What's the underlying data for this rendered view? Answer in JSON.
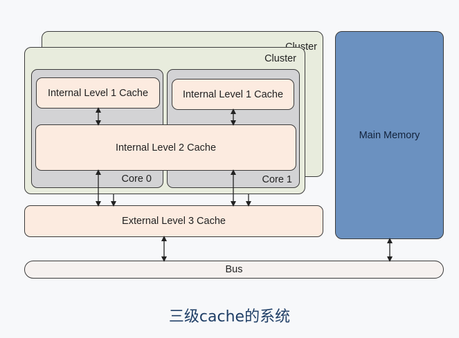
{
  "diagram": {
    "back_cluster_label": "Cluster",
    "front_cluster_label": "Cluster",
    "cores": [
      {
        "label": "Core 0",
        "l1_label": "Internal Level 1 Cache"
      },
      {
        "label": "Core 1",
        "l1_label": "Internal Level 1 Cache"
      }
    ],
    "l2_label": "Internal Level 2 Cache",
    "l3_label": "External Level 3 Cache",
    "bus_label": "Bus",
    "main_memory_label": "Main Memory",
    "colors": {
      "cluster": "#e8ecdd",
      "core": "#d3d3d5",
      "cache": "#fcebe0",
      "main_memory": "#6b91c0",
      "caption": "#1f3e66"
    }
  },
  "caption": "三级cache的系统"
}
